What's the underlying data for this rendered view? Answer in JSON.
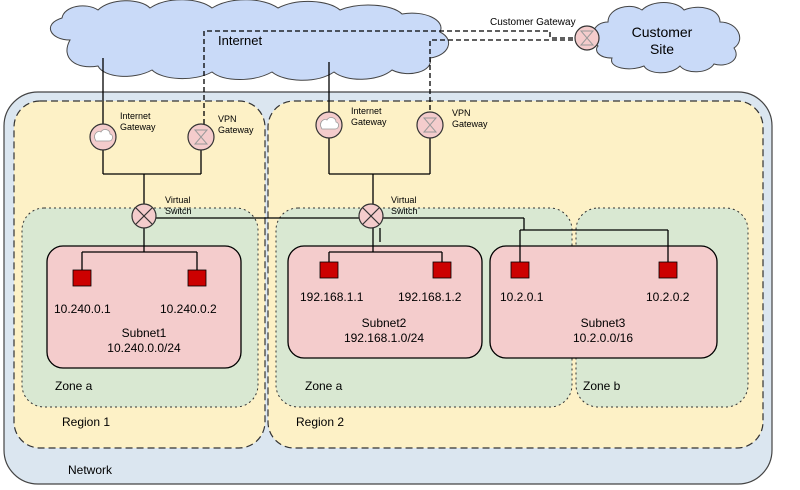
{
  "colors": {
    "cloud": "#c9daf8",
    "network_bg": "#dbe6f0",
    "region_bg": "#fdf1c6",
    "zone_bg": "#d9e8d2",
    "subnet_bg": "#f4cccc",
    "host": "#cc0000",
    "device": "#f4cccc"
  },
  "internet": {
    "label": "Internet",
    "icon": "cloud-icon"
  },
  "customer_site": {
    "label_line1": "Customer",
    "label_line2": "Site",
    "gateway_label": "Customer Gateway",
    "gateway_icon": "vpn-gateway-icon"
  },
  "network": {
    "label": "Network"
  },
  "region1": {
    "label": "Region 1",
    "internet_gateway": {
      "line1": "Internet",
      "line2": "Gateway",
      "icon": "internet-gateway-icon"
    },
    "vpn_gateway": {
      "line1": "VPN",
      "line2": "Gateway",
      "icon": "vpn-gateway-icon"
    },
    "switch": {
      "line1": "Virtual",
      "line2": "Switch",
      "icon": "virtual-switch-icon"
    },
    "zone": {
      "label": "Zone a"
    },
    "subnet": {
      "name": "Subnet1",
      "cidr": "10.240.0.0/24",
      "hosts": [
        "10.240.0.1",
        "10.240.0.2"
      ]
    }
  },
  "region2": {
    "label": "Region 2",
    "internet_gateway": {
      "line1": "Internet",
      "line2": "Gateway",
      "icon": "internet-gateway-icon"
    },
    "vpn_gateway": {
      "line1": "VPN",
      "line2": "Gateway",
      "icon": "vpn-gateway-icon"
    },
    "switch": {
      "line1": "Virtual",
      "line2": "Switch",
      "icon": "virtual-switch-icon"
    },
    "zone_a": {
      "label": "Zone a"
    },
    "zone_b": {
      "label": "Zone b"
    },
    "subnet2": {
      "name": "Subnet2",
      "cidr": "192.168.1.0/24",
      "hosts": [
        "192.168.1.1",
        "192.168.1.2"
      ]
    },
    "subnet3": {
      "name": "Subnet3",
      "cidr": "10.2.0.0/16",
      "hosts": [
        "10.2.0.1",
        "10.2.0.2"
      ]
    }
  }
}
